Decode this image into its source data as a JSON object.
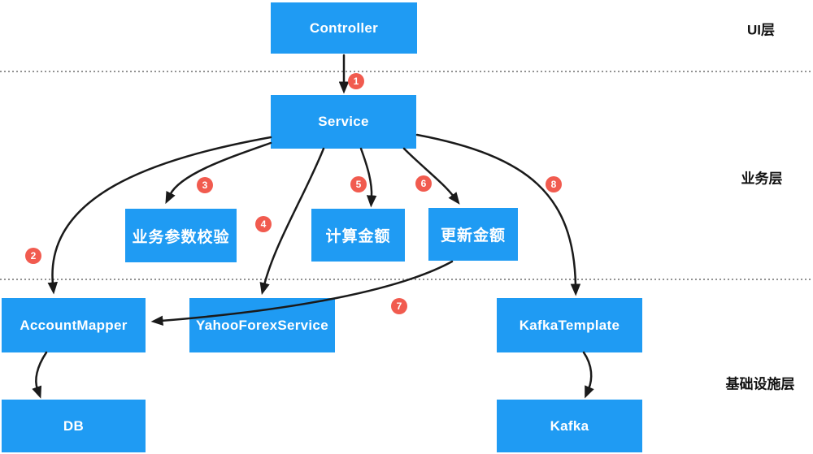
{
  "colors": {
    "background": "#FFFFFF",
    "node_fill": "#1F9BF3",
    "node_text": "#FFFFFF",
    "badge_fill": "#F15B4F",
    "badge_text": "#FFFFFF",
    "arrow": "#1A1A1A",
    "divider": "#6E6E6E",
    "layer_label_text": "#111111"
  },
  "layers": {
    "ui": {
      "label": "UI层"
    },
    "business": {
      "label": "业务层"
    },
    "infrastructure": {
      "label": "基础设施层"
    }
  },
  "nodes": {
    "controller": {
      "label": "Controller"
    },
    "service": {
      "label": "Service"
    },
    "param_validation": {
      "label": "业务参数校验"
    },
    "calc_amount": {
      "label": "计算金额"
    },
    "update_amount": {
      "label": "更新金额"
    },
    "account_mapper": {
      "label": "AccountMapper"
    },
    "yahoo_forex_service": {
      "label": "YahooForexService"
    },
    "kafka_template": {
      "label": "KafkaTemplate"
    },
    "db": {
      "label": "DB"
    },
    "kafka": {
      "label": "Kafka"
    }
  },
  "steps": {
    "s1": "1",
    "s2": "2",
    "s3": "3",
    "s4": "4",
    "s5": "5",
    "s6": "6",
    "s7": "7",
    "s8": "8"
  }
}
